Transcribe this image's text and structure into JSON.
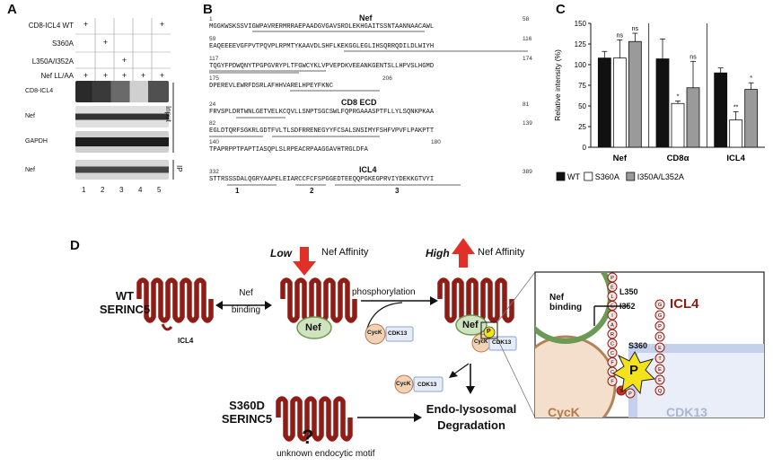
{
  "panels": {
    "a": "A",
    "b": "B",
    "c": "C",
    "d": "D"
  },
  "panel_a": {
    "row_labels": [
      "CD8-ICL4 WT",
      "S360A",
      "L350A/I352A",
      "Nef LL/AA"
    ],
    "plus": "+",
    "blots": [
      "CD8-ICL4",
      "Nef",
      "GAPDH",
      "Nef"
    ],
    "section_input": "Input",
    "section_ip": "IP",
    "lanes": [
      "1",
      "2",
      "3",
      "4",
      "5"
    ]
  },
  "panel_b": {
    "nef": {
      "title": "Nef",
      "lines": [
        {
          "start": "1",
          "end": "58",
          "seq": "MGGKWSKSSVIGWPAVRERMRRAEPAADGVGAVSRDLEKHGAITSSNTAANNAACAWL"
        },
        {
          "start": "59",
          "end": "116",
          "seq": "EAQEEEEVGFPVTPQVPLRPMTYKAAVDLSHFLKEKGGLEGLIHSQRRQDILDLWIYH"
        },
        {
          "start": "117",
          "end": "174",
          "seq": "TQGYFPDWQNYTPGPGVRYPLTFGWCYKLVPVEPDKVEEANKGENTSLLHPVSLHGMD"
        },
        {
          "start": "175",
          "end": "206",
          "seq": "DPEREVLEWRFDSRLAFHHVARELHPEYFKNC"
        }
      ]
    },
    "cd8": {
      "title": "CD8 ECD",
      "lines": [
        {
          "start": "24",
          "end": "81",
          "seq": "FRVSPLDRTWNLGETVELKCQVLLSNPTSGCSWLFQPRGAAASPTFLLYLSQNKPKAA"
        },
        {
          "start": "82",
          "end": "139",
          "seq": "EGLDTQRFSGKRLGDTFVLTLSDFRRENEGYYFCSALSNSIMYFSHFVPVFLPAKPTT"
        },
        {
          "start": "140",
          "end": "180",
          "seq": "TPAPRPPTPAPTIASQPLSLRPEACRPAAGGAVHTRGLDFA"
        }
      ]
    },
    "icl4": {
      "title": "ICL4",
      "start": "332",
      "end": "389",
      "seq": "STTRSSSDALQGRYAAPELEIARCCFCFSPGGEDTEEQQPGKEGPRVIYDEKKGTVYI",
      "regions": [
        "1",
        "2",
        "3"
      ]
    }
  },
  "chart_data": {
    "type": "bar",
    "categories": [
      "Nef",
      "CD8α",
      "ICL4"
    ],
    "series": [
      {
        "name": "WT",
        "values": [
          108,
          107,
          90
        ],
        "errors": [
          8,
          24,
          6
        ],
        "color": "#111111"
      },
      {
        "name": "S360A",
        "values": [
          108,
          53,
          33
        ],
        "errors": [
          22,
          3,
          10
        ],
        "color": "#ffffff"
      },
      {
        "name": "I350A/L352A",
        "values": [
          128,
          72,
          70
        ],
        "errors": [
          10,
          32,
          8
        ],
        "color": "#9a9a9a"
      }
    ],
    "annotations": [
      [
        "",
        "",
        ""
      ],
      [
        "ns",
        "*",
        "**"
      ],
      [
        "ns",
        "ns",
        "*"
      ]
    ],
    "ylabel": "Relative intensity (%)",
    "ylim": [
      0,
      150
    ],
    "yticks": [
      0,
      25,
      50,
      75,
      100,
      125,
      150
    ]
  },
  "panel_d": {
    "wt_label_1": "WT",
    "wt_label_2": "SERINC5",
    "icl4_small": "ICL4",
    "nef_binding_1": "Nef",
    "nef_binding_2": "binding",
    "nef": "Nef",
    "low": "Low",
    "high": "High",
    "nef_affinity": "Nef Affinity",
    "phosphorylation": "phosphorylation",
    "cyck": "CycK",
    "cdk13": "CDK13",
    "p": "P",
    "s360d_1": "S360D",
    "s360d_2": "SERINC5",
    "question": "?",
    "endocytic": "unknown endocytic motif",
    "degradation_1": "Endo-lysosomal",
    "degradation_2": "Degradation",
    "zoom": {
      "nef_binding_1": "Nef",
      "nef_binding_2": "binding",
      "l350": "L350",
      "i352": "I352",
      "icl4": "ICL4",
      "s360": "S360",
      "cyck": "CycK",
      "cdk13": "CDK13",
      "p": "P",
      "left_chain": "PELEIARCCFCF",
      "right_chain": "GGPDETEEQ"
    }
  }
}
